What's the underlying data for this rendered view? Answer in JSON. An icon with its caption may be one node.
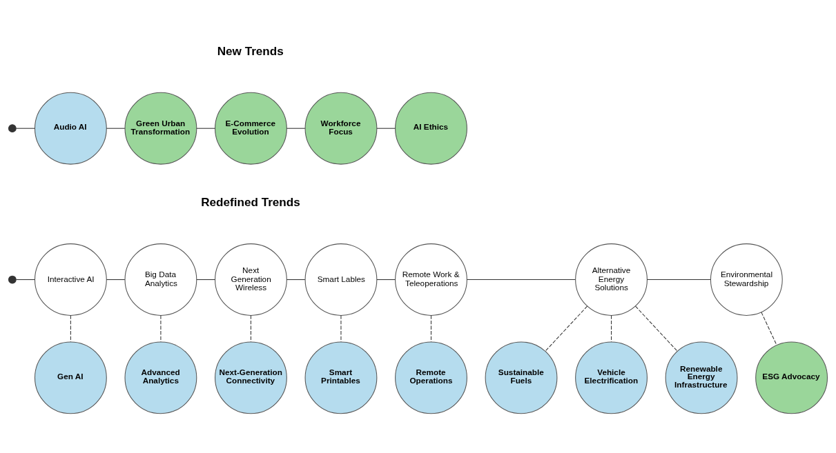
{
  "diagram": {
    "nodes": [
      {
        "text": [],
        "shape": "circle"
      },
      {
        "text": [
          "Audio AI"
        ]
      },
      {
        "text": [
          "Green Urban Transformation"
        ]
      },
      {
        "text": [
          "E-Commerce Evolution"
        ]
      },
      {
        "text": [
          "Workforce Focus"
        ]
      },
      {
        "text": [
          "AI Ethics"
        ]
      },
      {
        "text": [],
        "shape": "circle"
      },
      {
        "text": [
          "Interactive AI"
        ]
      },
      {
        "text": [
          "Big Data Analytics"
        ]
      },
      {
        "text": [
          "Next Generation Wireless"
        ]
      },
      {
        "text": [
          "Smart Lables"
        ]
      },
      {
        "text": [
          "Remote Work & Teleoperations"
        ]
      },
      {
        "text": [
          "Alternative Energy Solutions"
        ]
      },
      {
        "text": [
          "Environmental Stewardship"
        ]
      },
      {
        "text": [
          "Gen AI"
        ]
      },
      {
        "text": [
          "Advanced Analytics"
        ]
      },
      {
        "text": [
          "Next-Generation Connectivity"
        ]
      },
      {
        "text": [
          "Smart Printables"
        ]
      },
      {
        "text": [
          "Remote Operations"
        ]
      },
      {
        "text": [
          "ESG Advocacy"
        ]
      },
      {
        "text": [
          "Sustainable Fuels"
        ]
      },
      {
        "text": [
          "Vehicle Electrification"
        ]
      },
      {
        "text": [
          "Renewable Energy Infrastructure"
        ]
      }
    ],
    "edges": [
      {
        "from": 0,
        "to": 1,
        "arrow": "none"
      },
      {
        "from": 1,
        "to": 2,
        "arrow": "none"
      },
      {
        "from": 2,
        "to": 3,
        "arrow": "none"
      },
      {
        "from": 3,
        "to": 4,
        "arrow": "none"
      },
      {
        "from": 4,
        "to": 5,
        "arrow": "none"
      },
      {
        "from": 6,
        "to": 7,
        "arrow": "none"
      },
      {
        "from": 7,
        "to": 8,
        "arrow": "none"
      },
      {
        "from": 8,
        "to": 9,
        "arrow": "none"
      },
      {
        "from": 9,
        "to": 10,
        "arrow": "none"
      },
      {
        "from": 10,
        "to": 11,
        "arrow": "none"
      },
      {
        "from": 11,
        "to": 12,
        "arrow": "none"
      },
      {
        "from": 12,
        "to": 13,
        "arrow": "none"
      },
      {
        "from": 7,
        "to": 14,
        "arrow": "none",
        "style": "dashed"
      },
      {
        "from": 8,
        "to": 15,
        "arrow": "none",
        "style": "dashed"
      },
      {
        "from": 9,
        "to": 16,
        "arrow": "none",
        "style": "dashed"
      },
      {
        "from": 10,
        "to": 17,
        "arrow": "none",
        "style": "dashed"
      },
      {
        "from": 11,
        "to": 18,
        "arrow": "none",
        "style": "dashed"
      },
      {
        "from": 13,
        "to": 19,
        "arrow": "none",
        "style": "dashed"
      },
      {
        "from": 12,
        "to": 20,
        "arrow": "none",
        "style": "dashed"
      },
      {
        "from": 12,
        "to": 21,
        "arrow": "none",
        "style": "dashed"
      },
      {
        "from": 12,
        "to": 22,
        "arrow": "none",
        "style": "dashed"
      }
    ],
    "labels": [
      "New Trends",
      "Redefined Trends"
    ]
  }
}
